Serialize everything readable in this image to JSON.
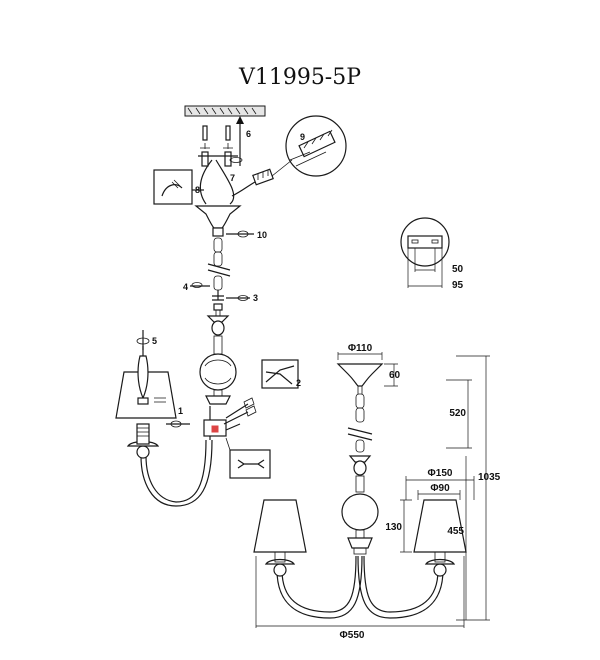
{
  "title": "V11995-5P",
  "steps": {
    "s1": "1",
    "s2": "2",
    "s3": "3",
    "s4": "4",
    "s5": "5",
    "s6": "6",
    "s7": "7",
    "s8": "8",
    "s9": "9",
    "s10": "10"
  },
  "dimensions": {
    "canopy_diameter": "Φ110",
    "canopy_height": "60",
    "chain_length": "520",
    "total_height": "1035",
    "body_height": "455",
    "shade_height": "130",
    "shade_top_diameter": "Φ150",
    "shade_bottom_diameter": "Φ90",
    "overall_diameter": "Φ550",
    "bracket_hole_spacing": "50",
    "bracket_width": "95"
  }
}
